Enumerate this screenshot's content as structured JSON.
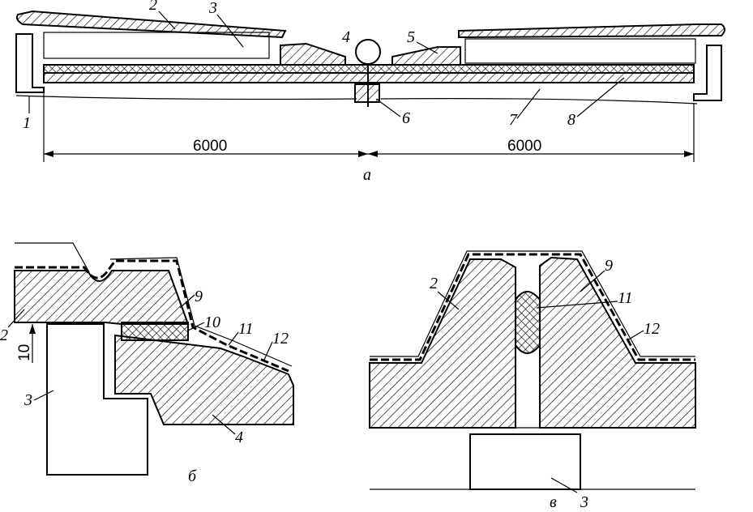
{
  "diagram": {
    "dimensions": {
      "left": "6000",
      "right": "6000"
    },
    "panel_letters": {
      "a": "a",
      "b": "б",
      "c": "в"
    },
    "callouts_a": [
      "1",
      "2",
      "3",
      "4",
      "5",
      "6",
      "7",
      "8"
    ],
    "callouts_b": [
      "2",
      "3",
      "4",
      "9",
      "10",
      "11",
      "12",
      "10"
    ],
    "callouts_c": [
      "2",
      "3",
      "9",
      "11",
      "12"
    ]
  }
}
